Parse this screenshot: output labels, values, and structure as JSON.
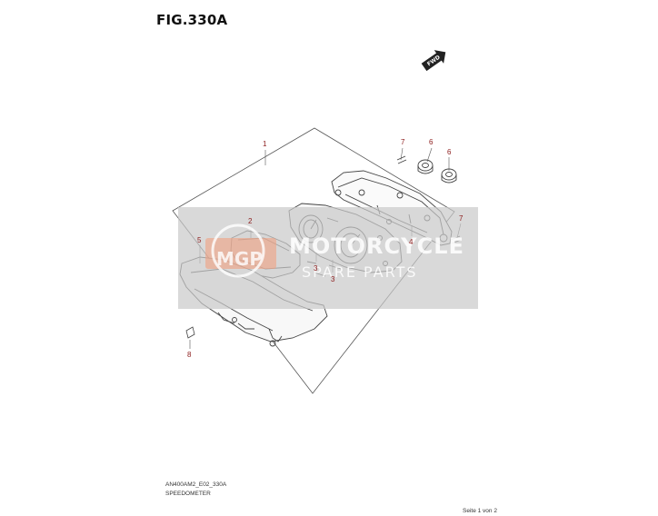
{
  "figure": {
    "title": "FIG.330A",
    "code": "AN400AM2_E02_330A",
    "name": "SPEEDOMETER",
    "page": "Seite 1 von 2"
  },
  "direction_badge": {
    "label": "FWD"
  },
  "watermark": {
    "logo_text": "MGP",
    "line1": "MOTORCYCLE",
    "line2": "SPARE PARTS"
  },
  "callouts": {
    "c1": "1",
    "c2": "2",
    "c3a": "3",
    "c3b": "3",
    "c4": "4",
    "c5": "5",
    "c6a": "6",
    "c6b": "6",
    "c7a": "7",
    "c7b": "7",
    "c8": "8"
  },
  "colors": {
    "line": "#444444",
    "callout": "#8b1a1a",
    "watermark_band": "#c9c9c9",
    "watermark_logo": "#f0a080"
  }
}
